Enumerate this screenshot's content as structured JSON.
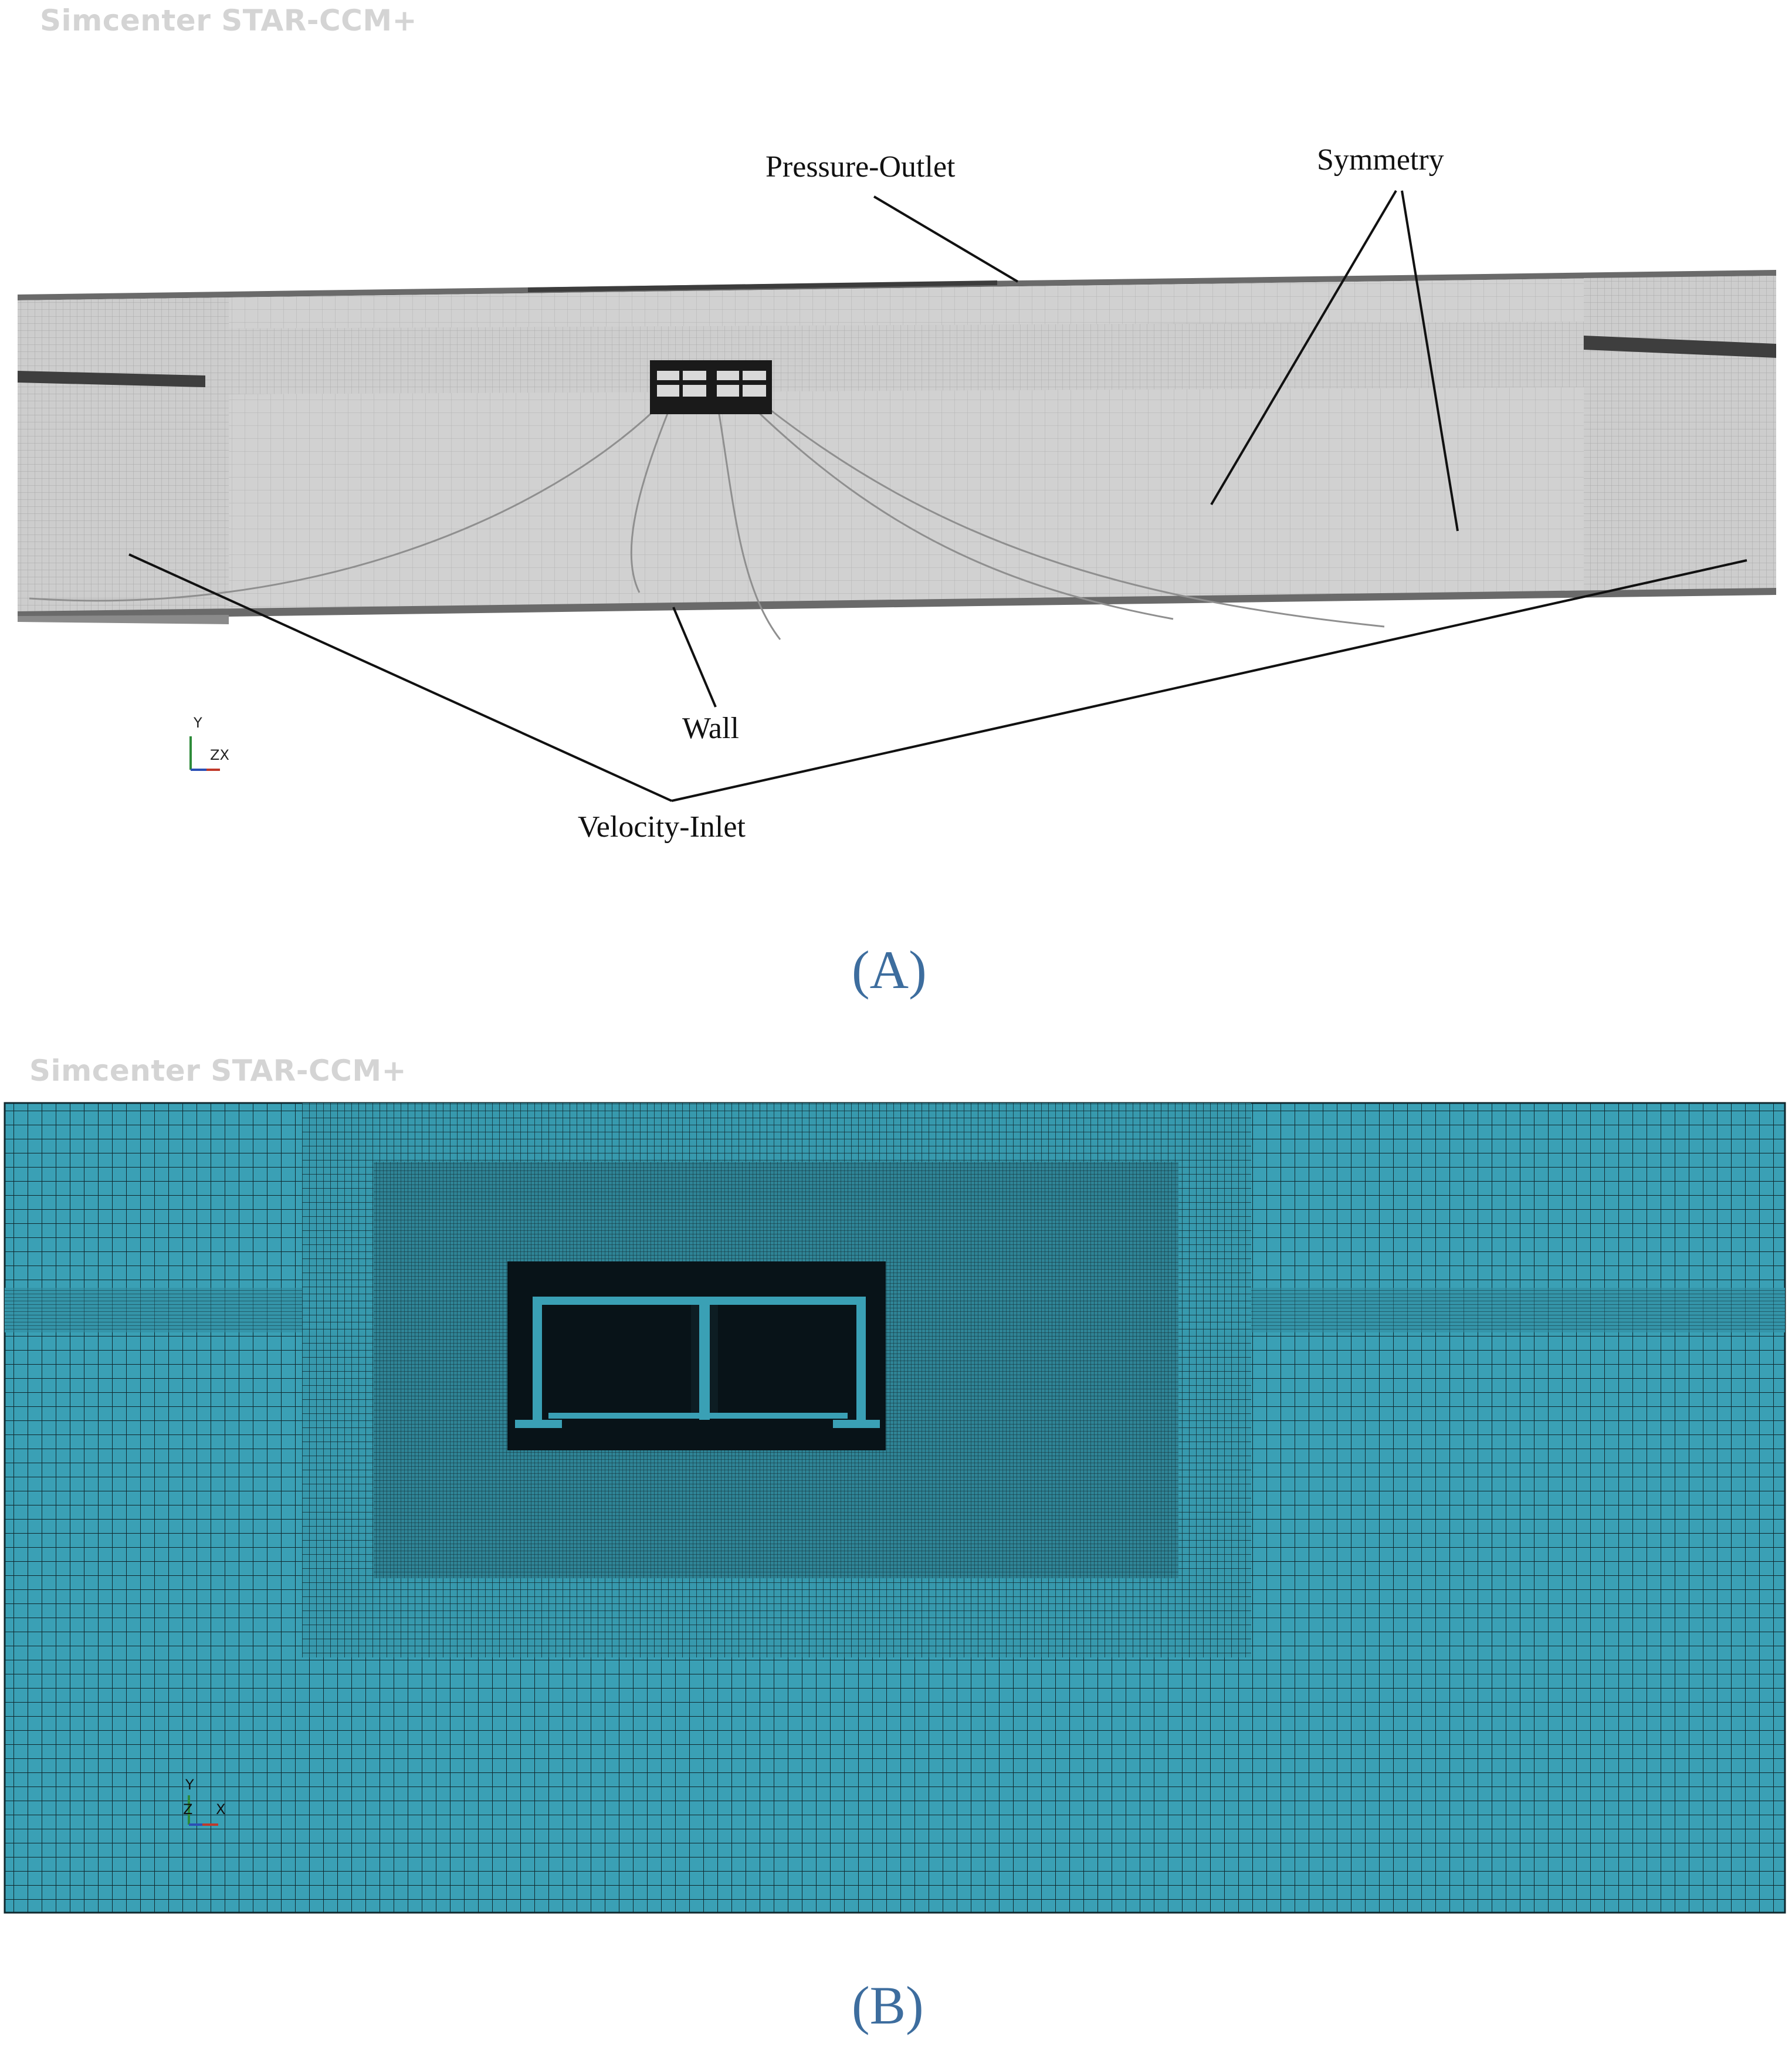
{
  "panel_a": {
    "watermark": "Simcenter STAR-CCM+",
    "labels": {
      "pressure_outlet": "Pressure-Outlet",
      "symmetry": "Symmetry",
      "wall": "Wall",
      "velocity_inlet": "Velocity-Inlet"
    },
    "triad": {
      "y": "Y",
      "zx": "ZX"
    },
    "caption": "(A)"
  },
  "panel_b": {
    "watermark": "Simcenter STAR-CCM+",
    "triad": {
      "y": "Y",
      "z": "Z",
      "x": "X"
    },
    "caption": "(B)"
  },
  "colors": {
    "domain_gray": "#c9c9c9",
    "mesh_line_gray": "#9d9d9d",
    "mesh_teal": "#3aa0b5",
    "mesh_line_dark": "#10282e",
    "caption_blue": "#3d6d9e"
  }
}
